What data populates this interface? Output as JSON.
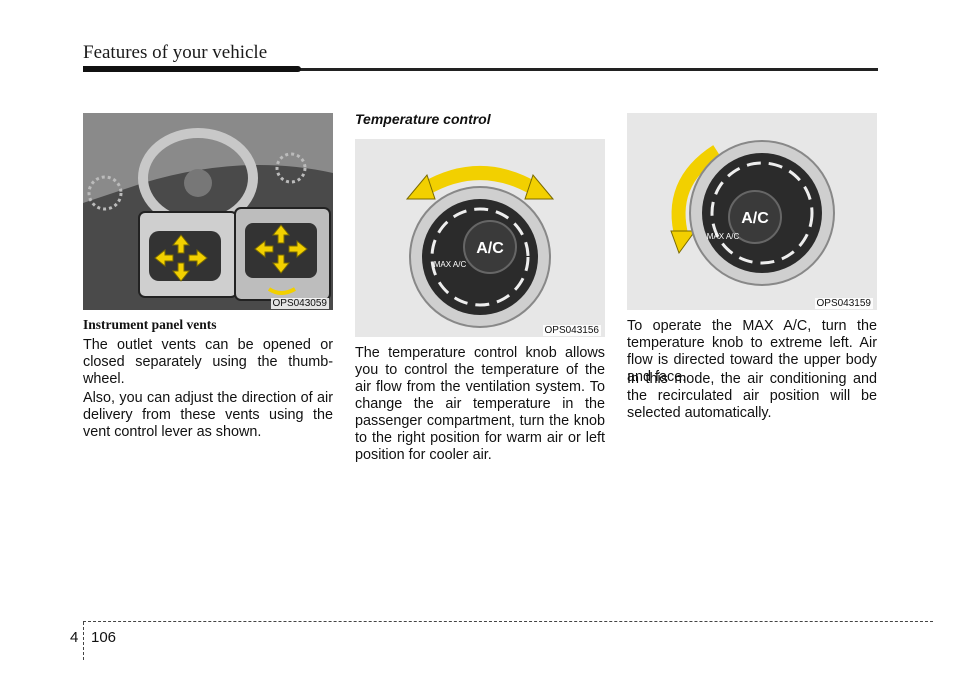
{
  "header": {
    "title": "Features of your vehicle"
  },
  "left_column": {
    "figure_code": "OPS043059",
    "caption": "Instrument panel vents",
    "paragraphs": [
      "The outlet vents can be opened or closed separately using the thumb-wheel.",
      "Also, you can adjust the direction of air delivery from these vents using the vent control lever as shown."
    ]
  },
  "middle_column": {
    "heading": "Temperature control",
    "figure_code": "OPS043156",
    "knob_label": "A/C",
    "knob_max_label": "MAX A/C",
    "paragraph": "The temperature control knob allows you to control the temperature of the air flow from the ventilation system. To change the air temperature in the passenger compartment, turn the knob to the right position for warm air or left position for cooler air."
  },
  "right_column": {
    "figure_code": "OPS043159",
    "knob_label": "A/C",
    "knob_max_label": "MAX A/C",
    "paragraphs": [
      "To operate the MAX A/C, turn the temperature knob to extreme left. Air flow is directed toward the upper body and face.",
      "In this mode, the air conditioning and the recirculated air position will be selected automatically."
    ]
  },
  "footer": {
    "chapter": "4",
    "page": "106"
  },
  "colors": {
    "arrow_yellow": "#f2d000",
    "arrow_outline": "#7a6a00",
    "knob_dark": "#2b2b2b",
    "knob_ring": "#cfcfcf"
  }
}
